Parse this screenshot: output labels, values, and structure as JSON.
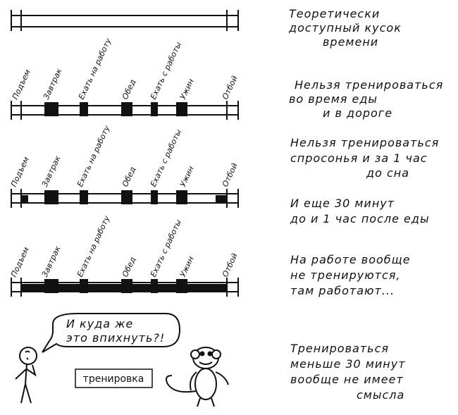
{
  "diagram": {
    "rows": [
      {
        "id": "available",
        "note": [
          "Теоретически",
          "доступный кусок",
          "времени"
        ],
        "labels": false,
        "blocks": []
      },
      {
        "id": "meals",
        "note": [
          "Нельзя тренироваться",
          "во время еды",
          "и в дороге"
        ],
        "labels": true,
        "blocks": [
          "breakfast",
          "commute_to",
          "lunch",
          "commute_back",
          "dinner"
        ]
      },
      {
        "id": "sleep",
        "note": [
          "Нельзя тренироваться",
          "спросонья и за 1 час",
          "до сна"
        ],
        "labels": true,
        "blocks": [
          "wake",
          "breakfast",
          "commute_to",
          "lunch",
          "commute_back",
          "dinner",
          "sleep"
        ]
      },
      {
        "id": "digest",
        "note": [
          "И еще 30 минут",
          "до и 1 час после еды"
        ],
        "labels": false,
        "blocks": []
      },
      {
        "id": "work",
        "note": [
          "На работе вообще",
          "не тренируются,",
          "там работают..."
        ],
        "labels": true,
        "blocks": [
          "full_day"
        ]
      }
    ],
    "events": [
      {
        "key": "wake",
        "label": "Подъем"
      },
      {
        "key": "breakfast",
        "label": "Завтрак"
      },
      {
        "key": "commute_to",
        "label": "Ехать на работу"
      },
      {
        "key": "lunch",
        "label": "Обед"
      },
      {
        "key": "commute_back",
        "label": "Ехать с работы"
      },
      {
        "key": "dinner",
        "label": "Ужин"
      },
      {
        "key": "sleep",
        "label": "Отбой"
      }
    ],
    "speech": [
      "И куда же",
      "это впихнуть?!"
    ],
    "workout_box": "тренировка",
    "final_note": [
      "Тренироваться",
      "меньше 30 минут",
      "вообще не имеет",
      "смысла"
    ]
  }
}
